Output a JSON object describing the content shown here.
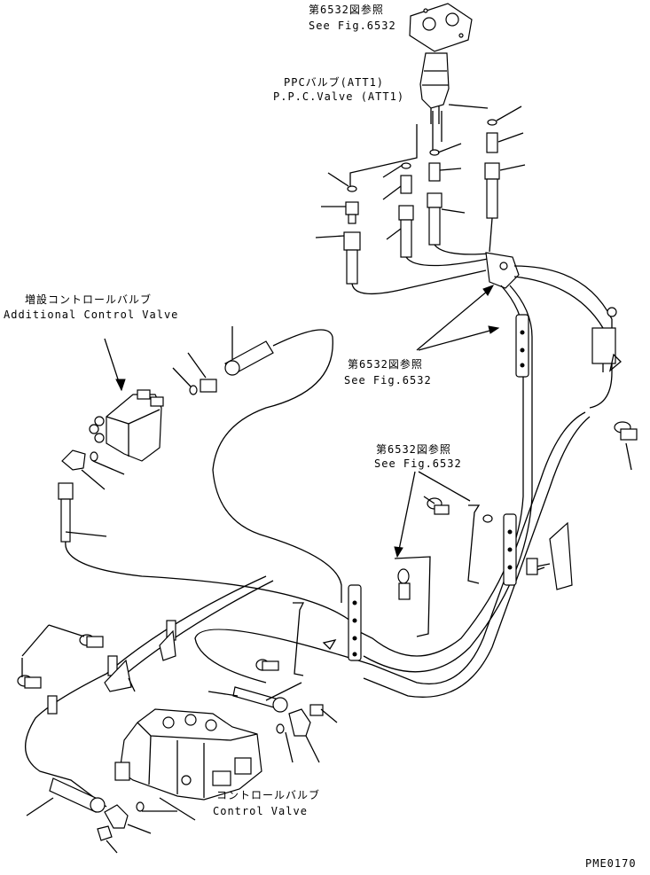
{
  "labels": {
    "ref_top_jp": "第6532図参照",
    "ref_top_en": "See Fig.6532",
    "ppc_jp": "PPCバルブ(ATT1)",
    "ppc_en": "P.P.C.Valve (ATT1)",
    "addl_jp": "増設コントロールバルブ",
    "addl_en": "Additional Control Valve",
    "ref_mid_jp": "第6532図参照",
    "ref_mid_en": "See Fig.6532",
    "ref_low_jp": "第6532図参照",
    "ref_low_en": "See Fig.6532",
    "ctrl_jp": "コントロールバルブ",
    "ctrl_en": "Control Valve",
    "drawing_code": "PME0170"
  },
  "colors": {
    "ink": "#000000",
    "paper": "#ffffff"
  }
}
